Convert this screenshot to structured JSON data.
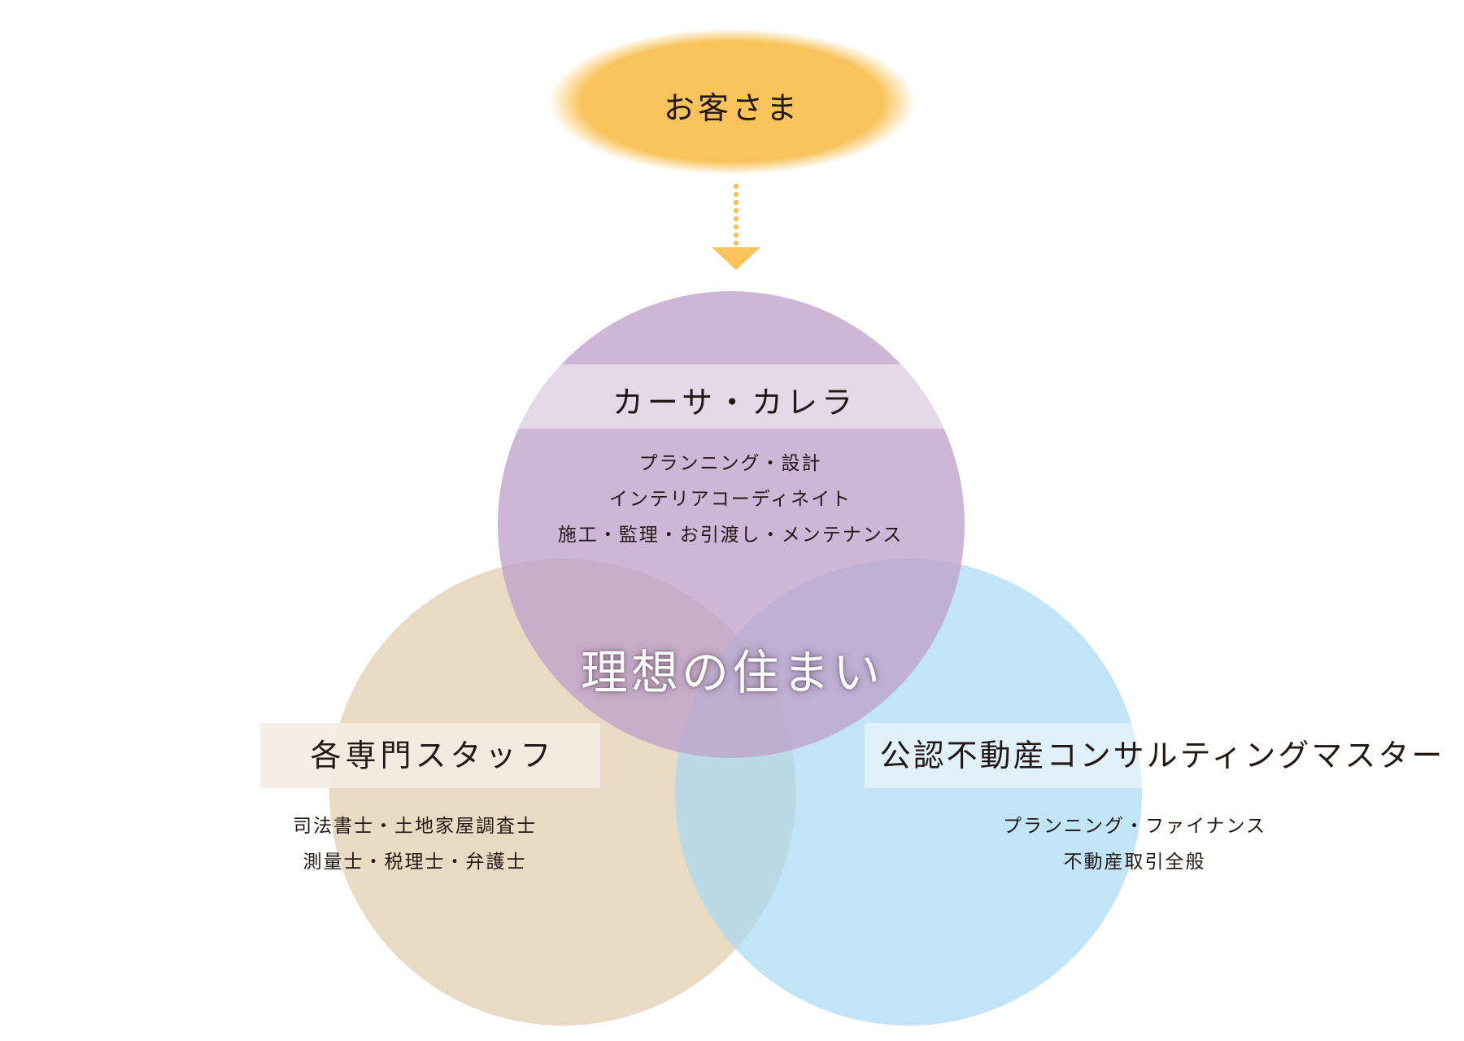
{
  "customer": {
    "label": "お客さま",
    "color": "#f7c35a"
  },
  "arrow": {
    "color": "#f7c35a"
  },
  "circles": {
    "casa": {
      "title": "カーサ・カレラ",
      "services": [
        "プランニング・設計",
        "インテリアコーディネイト",
        "施工・監理・お引渡し・メンテナンス"
      ],
      "color": "#bfa2cb",
      "band_color": "#e8dceb"
    },
    "staff": {
      "title": "各専門スタッフ",
      "services": [
        "司法書士・土地家屋調査士",
        "測量士・税理士・弁護士"
      ],
      "color": "#e3d2b6",
      "band_color": "#f4ece2"
    },
    "master": {
      "title": "公認不動産コンサルティングマスター",
      "services": [
        "プランニング・ファイナンス",
        "不動産取引全般"
      ],
      "color": "#a9d9f2",
      "band_color": "#e3f2fa"
    }
  },
  "center": {
    "label": "理想の住まい"
  }
}
